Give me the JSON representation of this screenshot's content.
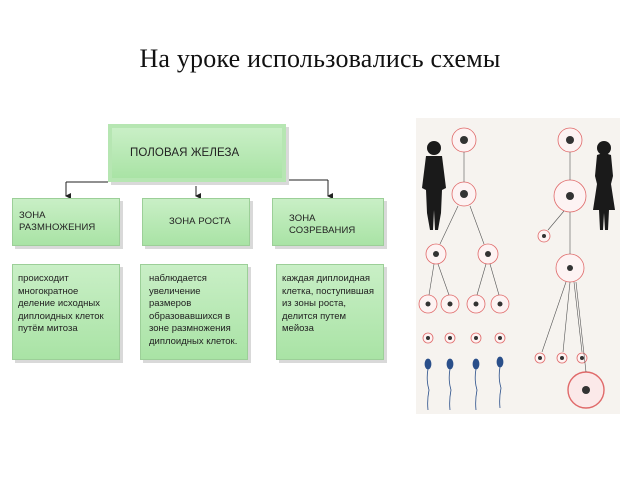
{
  "slide": {
    "title": "На уроке использовались  схемы"
  },
  "diagram": {
    "root": "ПОЛОВАЯ ЖЕЛЕЗА",
    "zones": [
      {
        "title": "ЗОНА РАЗМНОЖЕНИЯ",
        "description": "происходит многократное деление исходных диплоидных клеток путём митоза"
      },
      {
        "title": "ЗОНА РОСТА",
        "description": "наблюдается увеличение размеров образовавшихся в зоне размножения диплоидных клеток."
      },
      {
        "title": "ЗОНА СОЗРЕВАНИЯ",
        "description": "каждая диплоидная клетка, поступившая из зоны роста, делится путем мейоза"
      }
    ],
    "colors": {
      "box_fill": "#b9e8b5",
      "box_border": "#9ccf98",
      "connector": "#222222"
    }
  },
  "gametogenesis_figure": {
    "icons": [
      "male-figure-icon",
      "female-figure-icon",
      "sperm-cell-icon",
      "egg-cell-icon"
    ],
    "accent_color": "#e06a6a"
  }
}
